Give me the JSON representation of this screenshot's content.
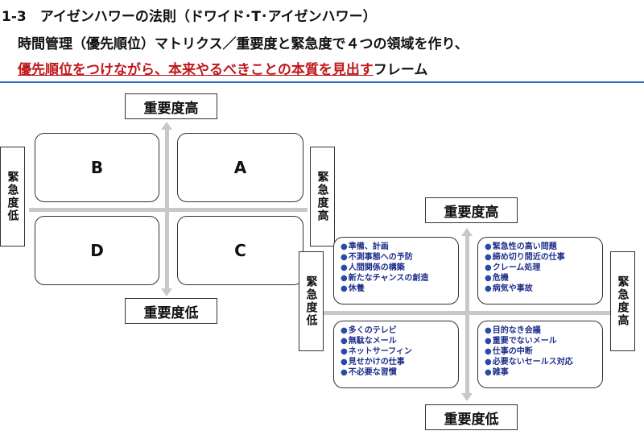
{
  "header": {
    "line1": "1-3　アイゼンハワーの法則（ドワイド･T･アイゼンハワー）",
    "line2": "時間管理（優先順位）マトリクス／重要度と緊急度で４つの領域を作り、",
    "line3_highlight": "優先順位をつけながら、本来やるべきことの本質を見出す",
    "line3_rest": "フレーム"
  },
  "matrix1": {
    "top_label": "重要度高",
    "bottom_label": "重要度低",
    "left_label": "緊急度低",
    "right_label": "緊急度高",
    "quadrants": {
      "top_left": "B",
      "top_right": "A",
      "bottom_left": "D",
      "bottom_right": "C"
    }
  },
  "matrix2": {
    "top_label": "重要度高",
    "bottom_label": "重要度低",
    "left_label": "緊急度低",
    "right_label": "緊急度高",
    "bullet": "●",
    "top_left": [
      "準備、計画",
      "不測事態への予防",
      "人間関係の構築",
      "新たなチャンスの創造",
      "休養"
    ],
    "top_right": [
      "緊急性の高い問題",
      "締め切り間近の仕事",
      "クレーム処理",
      "危機",
      "病気や事故"
    ],
    "bottom_left": [
      "多くのテレビ",
      "無駄なメール",
      "ネットサーフィン",
      "見せかけの仕事",
      "不必要な習慣"
    ],
    "bottom_right": [
      "目的なき会議",
      "重要でないメール",
      "仕事の中断",
      "必要ないセールス対応",
      "雑事"
    ]
  }
}
